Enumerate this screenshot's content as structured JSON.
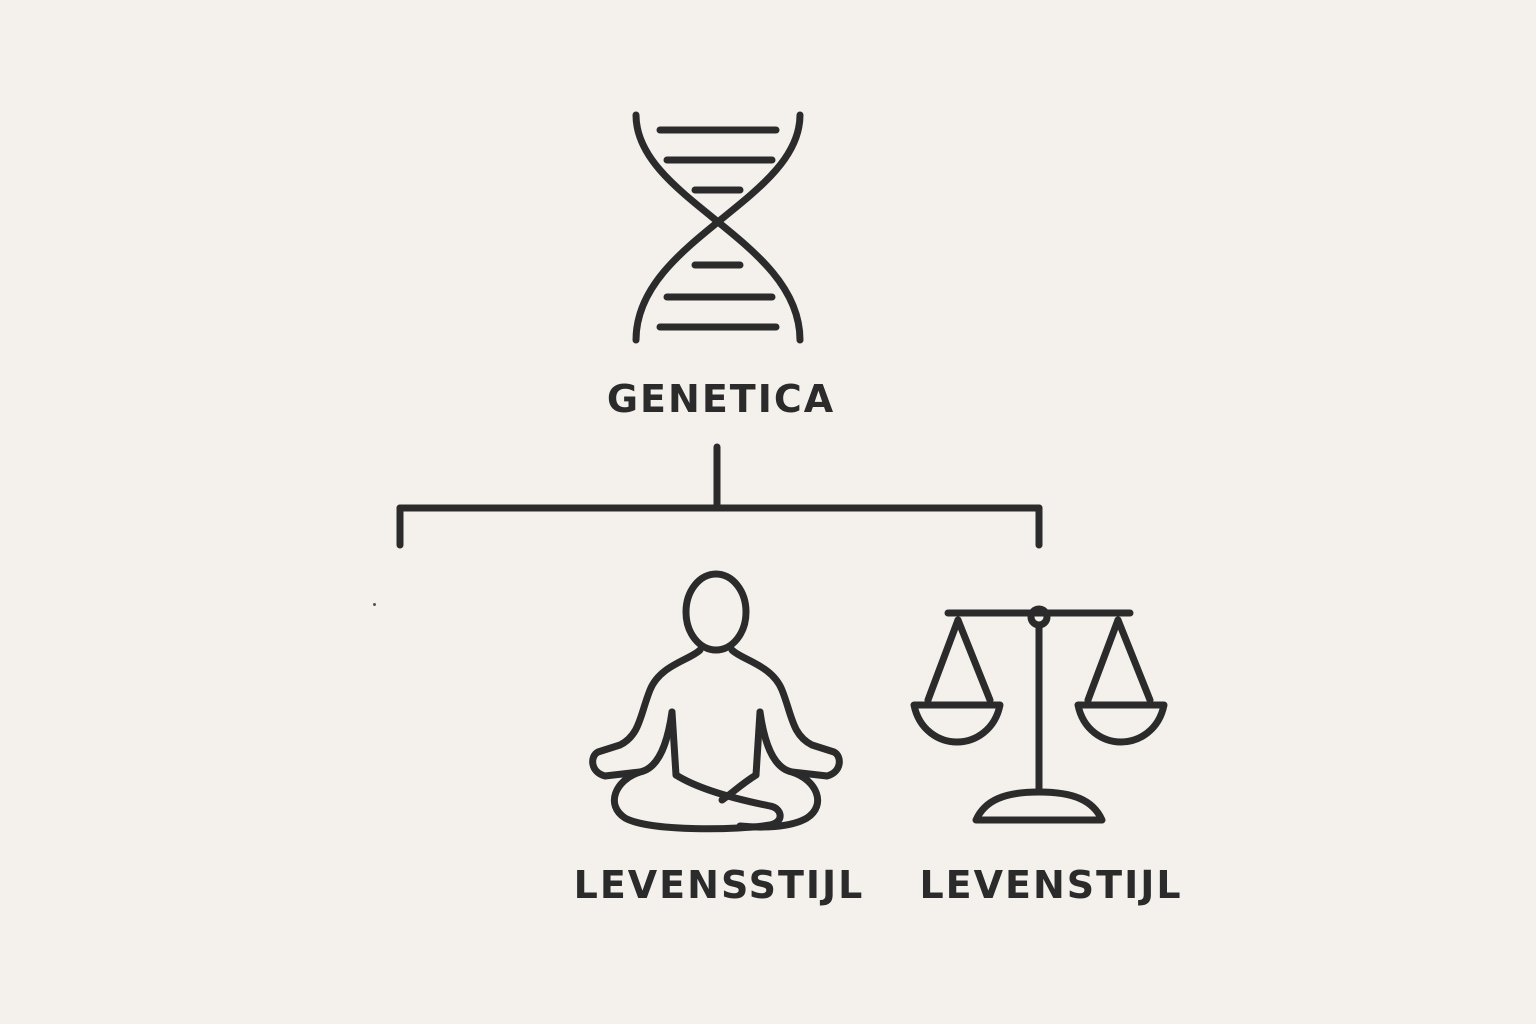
{
  "diagram": {
    "root": {
      "label": "GENETICA",
      "icon": "dna-icon"
    },
    "children": [
      {
        "label": "LEVENSSTIJL",
        "icon": "meditation-person-icon"
      },
      {
        "label": "LEVENSTIJL",
        "icon": "balance-scale-icon"
      }
    ]
  },
  "colors": {
    "background": "#f4f1ec",
    "stroke": "#2b2b2b"
  }
}
